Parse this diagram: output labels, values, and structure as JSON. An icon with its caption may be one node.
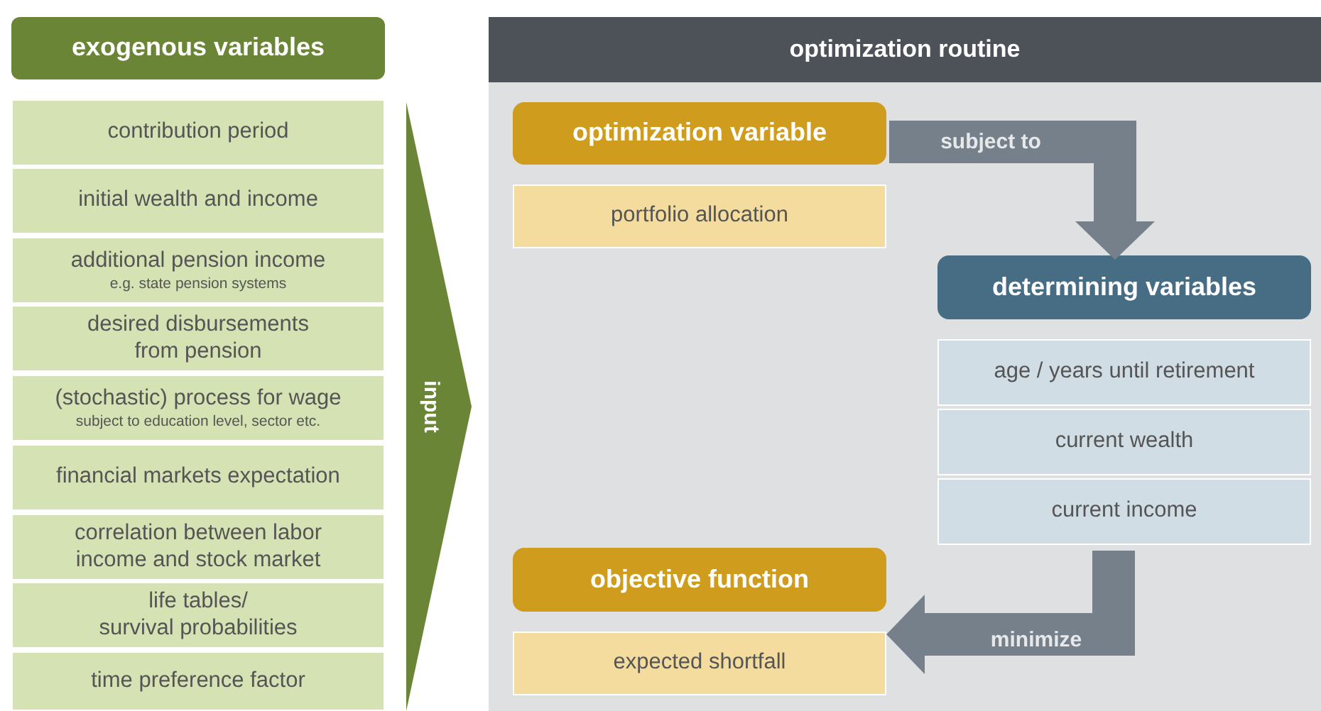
{
  "diagram": {
    "nodes": [
      {
        "text": [
          "exogenous variables"
        ]
      },
      {
        "text": [
          "contribution period"
        ]
      },
      {
        "text": [
          "initial wealth and income"
        ]
      },
      {
        "text": [
          "additional pension income",
          "e.g. state pension systems"
        ]
      },
      {
        "text": [
          "desired disbursements from pension"
        ]
      },
      {
        "text": [
          "(stochastic) process for wage",
          "subject to education level, sector etc."
        ]
      },
      {
        "text": [
          "financial markets expectation"
        ]
      },
      {
        "text": [
          "correlation between labor income and stock market"
        ]
      },
      {
        "text": [
          "life tables/ survival probabilities"
        ]
      },
      {
        "text": [
          "time preference factor"
        ]
      },
      {
        "text": [
          "input"
        ]
      },
      {
        "text": [
          "optimization routine"
        ]
      },
      {
        "text": [
          "optimization variable"
        ],
        "in": 11
      },
      {
        "text": [
          "portfolio allocation"
        ],
        "in": 11
      },
      {
        "text": [
          "determining variables"
        ],
        "in": 11
      },
      {
        "text": [
          "age / years until retirement"
        ],
        "in": 11
      },
      {
        "text": [
          "current wealth"
        ],
        "in": 11
      },
      {
        "text": [
          "current income"
        ],
        "in": 11
      },
      {
        "text": [
          "objective function"
        ],
        "in": 11
      },
      {
        "text": [
          "expected shortfall"
        ],
        "in": 11
      }
    ],
    "edges": [
      {
        "from": 12,
        "to": 14,
        "arrow": "to",
        "label": "subject to"
      },
      {
        "from": 17,
        "to": 18,
        "arrow": "to",
        "label": "minimize"
      }
    ]
  }
}
